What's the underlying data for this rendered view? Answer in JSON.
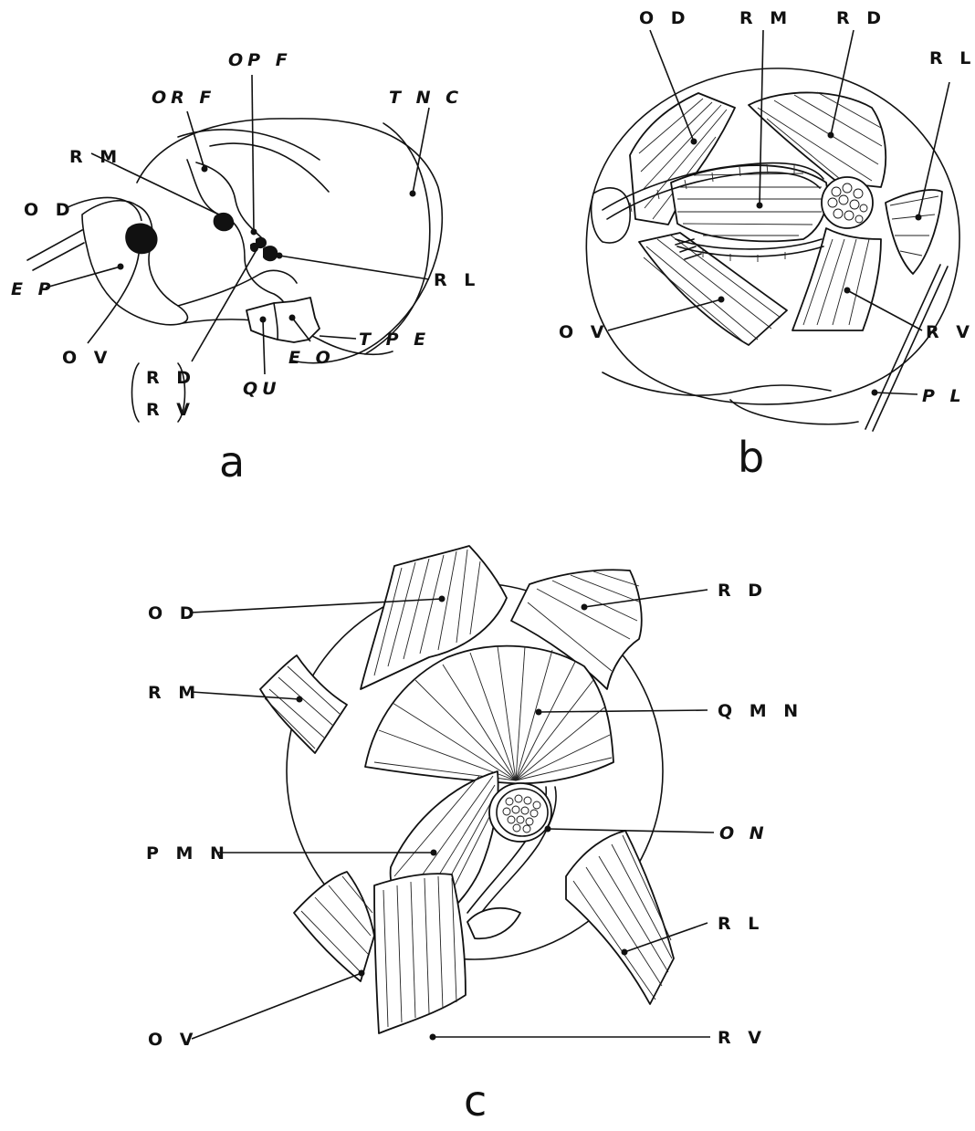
{
  "colors": {
    "ink": "#111111",
    "paper": "#ffffff",
    "stipple": "#999999"
  },
  "panels": {
    "a": {
      "letter": "a",
      "labels": {
        "opf": "OP F",
        "orf": "OR F",
        "tnc": "T N C",
        "rm": "R M",
        "od": "O D",
        "rl": "R L",
        "ep": "E P",
        "ov": "O V",
        "tpe": "T P E",
        "eo": "E O",
        "qu": "QU",
        "rd": "R D",
        "rv": "R V"
      }
    },
    "b": {
      "letter": "b",
      "labels": {
        "od": "O D",
        "rm": "R M",
        "rd": "R D",
        "rl": "R L",
        "ov": "O V",
        "rv": "R V",
        "pl": "P L"
      }
    },
    "c": {
      "letter": "c",
      "labels": {
        "od": "O D",
        "rd": "R D",
        "rm": "R M",
        "qmn": "Q M N",
        "pmn": "P M N",
        "on": "O N",
        "rl": "R L",
        "ov": "O V",
        "rv": "R V"
      }
    }
  }
}
